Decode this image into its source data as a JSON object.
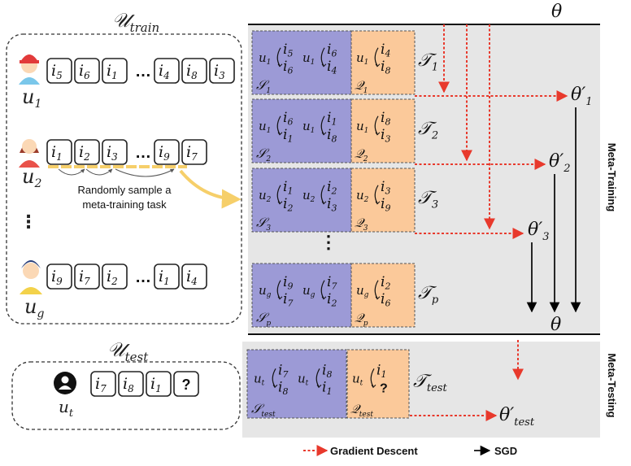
{
  "groups": {
    "train_label": "𝒰",
    "train_sub": "train",
    "test_label": "𝒰",
    "test_sub": "test"
  },
  "users": [
    {
      "label": "u",
      "sub": "1",
      "items": [
        "i5",
        "i6",
        "i1",
        "…",
        "i4",
        "i8",
        "i3"
      ]
    },
    {
      "label": "u",
      "sub": "2",
      "items": [
        "i1",
        "i2",
        "i3",
        "…",
        "i9",
        "i7"
      ]
    },
    {
      "label": "u",
      "sub": "g",
      "items": [
        "i9",
        "i7",
        "i2",
        "…",
        "i1",
        "i4"
      ]
    }
  ],
  "test_user": {
    "label": "u",
    "sub": "t",
    "items": [
      "i7",
      "i8",
      "i1",
      "?"
    ]
  },
  "vertical_dots": "⋮",
  "sample_annotation": [
    "Randomly sample a",
    "meta-training task"
  ],
  "tasks": [
    {
      "support": "𝒮",
      "support_sub": "1",
      "query": "𝒬",
      "query_sub": "1",
      "task": "𝒯",
      "task_sub": "1",
      "s_user": "u1",
      "s_pairs": [
        [
          "i5",
          "i6"
        ],
        [
          "i6",
          "i4"
        ]
      ],
      "q_pair": [
        "i4",
        "i8"
      ]
    },
    {
      "support": "𝒮",
      "support_sub": "2",
      "query": "𝒬",
      "query_sub": "2",
      "task": "𝒯",
      "task_sub": "2",
      "s_user": "u1",
      "s_pairs": [
        [
          "i6",
          "i1"
        ],
        [
          "i1",
          "i8"
        ]
      ],
      "q_pair": [
        "i8",
        "i3"
      ]
    },
    {
      "support": "𝒮",
      "support_sub": "3",
      "query": "𝒬",
      "query_sub": "3",
      "task": "𝒯",
      "task_sub": "3",
      "s_user": "u2",
      "s_pairs": [
        [
          "i1",
          "i2"
        ],
        [
          "i2",
          "i3"
        ]
      ],
      "q_pair": [
        "i3",
        "i9"
      ]
    },
    {
      "support": "𝒮",
      "support_sub": "p",
      "query": "𝒬",
      "query_sub": "p",
      "task": "𝒯",
      "task_sub": "p",
      "s_user": "ug",
      "s_pairs": [
        [
          "i9",
          "i7"
        ],
        [
          "i7",
          "i2"
        ]
      ],
      "q_pair": [
        "i2",
        "i6"
      ]
    }
  ],
  "test_task": {
    "support": "𝒮",
    "support_sub": "test",
    "query": "𝒬",
    "query_sub": "test",
    "task": "𝒯",
    "task_sub": "test",
    "s_user": "ut",
    "s_pairs": [
      [
        "i7",
        "i8"
      ],
      [
        "i8",
        "i1"
      ]
    ],
    "q_pair": [
      "i1",
      "?"
    ]
  },
  "params": {
    "theta": "θ",
    "theta1": "θ′",
    "theta1_sub": "1",
    "theta2": "θ′",
    "theta2_sub": "2",
    "theta3": "θ′",
    "theta3_sub": "3",
    "theta_bottom": "θ",
    "theta_test": "θ′",
    "theta_test_sub": "test"
  },
  "phases": {
    "training": "Meta-Training",
    "testing": "Meta-Testing"
  },
  "legend": {
    "gradient": "Gradient Descent",
    "sgd": "SGD"
  },
  "colors": {
    "support_fill": "#9c9ad6",
    "query_fill": "#fbc99a",
    "panel_fill": "#e6e6e6",
    "gradient_arrow": "#e8392c",
    "sample_arrow": "#f6cf6a"
  }
}
